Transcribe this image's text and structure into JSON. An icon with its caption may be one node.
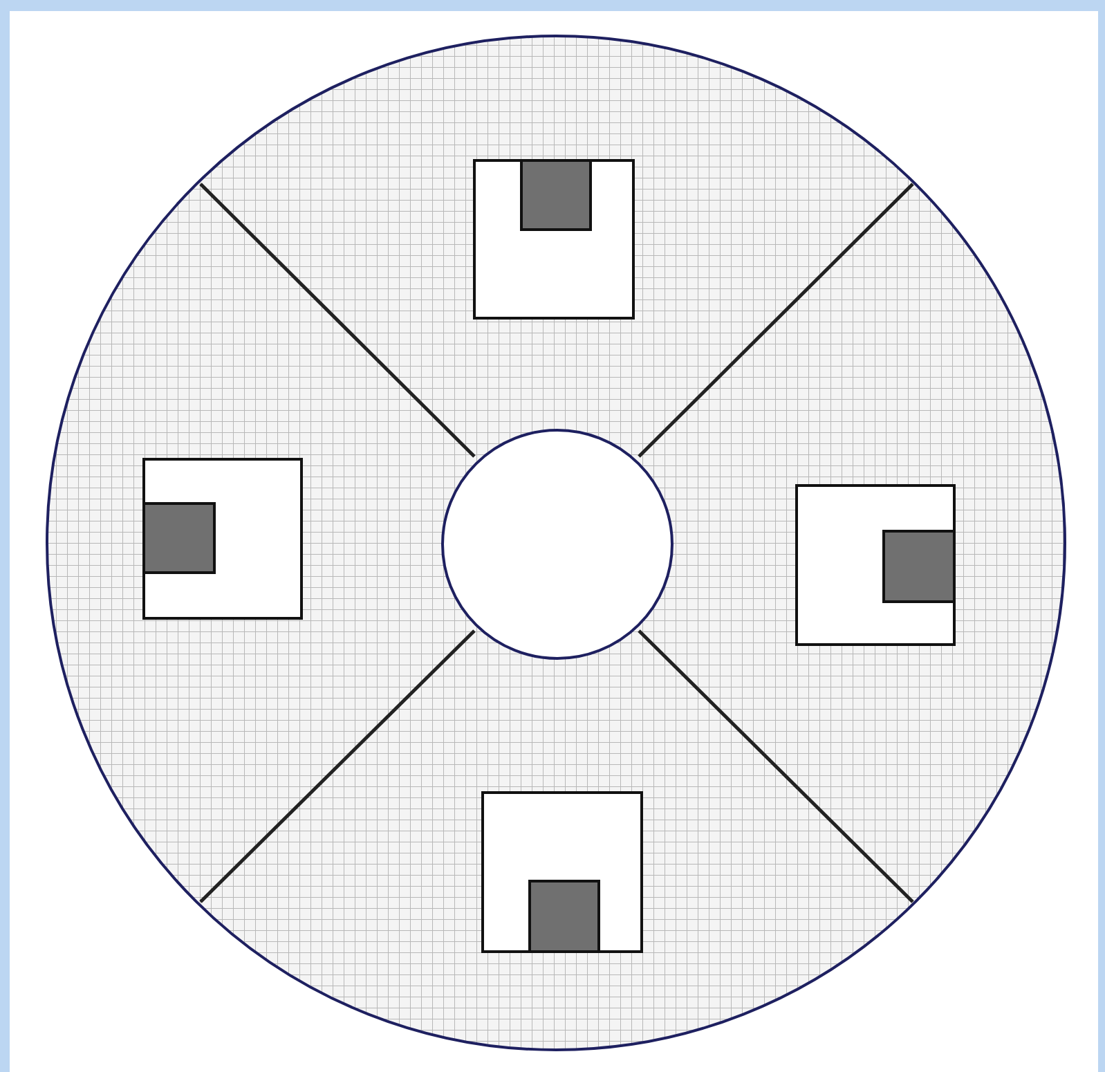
{
  "diagram": {
    "nodes": [
      {
        "text": [],
        "shape": "circle"
      },
      {
        "text": [],
        "shape": "circle",
        "in": 0
      },
      {
        "text": [],
        "shape": "box",
        "in": 0
      },
      {
        "text": [],
        "shape": "box",
        "in": 2
      },
      {
        "text": [],
        "shape": "box",
        "in": 0
      },
      {
        "text": [],
        "shape": "box",
        "in": 4
      },
      {
        "text": [],
        "shape": "box",
        "in": 0
      },
      {
        "text": [],
        "shape": "box",
        "in": 6
      },
      {
        "text": [],
        "shape": "box",
        "in": 0
      },
      {
        "text": [],
        "shape": "box",
        "in": 8
      }
    ]
  }
}
